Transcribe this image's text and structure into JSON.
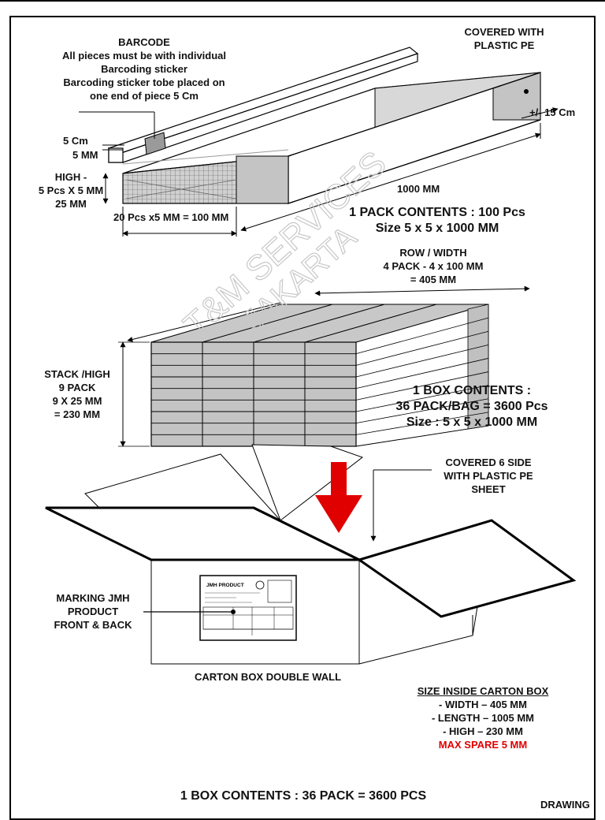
{
  "labels": {
    "barcode_title": "BARCODE",
    "barcode_line1": "All pieces must be with individual",
    "barcode_line2": "Barcoding sticker",
    "barcode_line3": "Barcoding sticker tobe placed on",
    "barcode_line4": "one end of piece 5 Cm",
    "covered_line1": "COVERED WITH",
    "covered_line2": "PLASTIC PE",
    "tolerance": "+/- 15 Cm",
    "dim_5cm": "5 Cm",
    "dim_5mm": "5 MM",
    "high_line1": "HIGH -",
    "high_line2": "5 Pcs X 5 MM",
    "high_line3": "25 MM",
    "width_pcs": "20 Pcs x5 MM = 100 MM",
    "length_1000": "1000 MM",
    "pack_contents_line1": "1 PACK CONTENTS : 100 Pcs",
    "pack_contents_line2": "Size 5 x 5 x 1000 MM",
    "row_line1": "ROW / WIDTH",
    "row_line2": "4 PACK - 4 x 100 MM",
    "row_line3": "= 405 MM",
    "stack_line1": "STACK /HIGH",
    "stack_line2": "9 PACK",
    "stack_line3": "9 X 25 MM",
    "stack_line4": "= 230 MM",
    "box_contents_line1": "1 BOX CONTENTS :",
    "box_contents_line2": "36 PACK/BAG = 3600 Pcs",
    "box_contents_line3": "Size : 5 x 5 x 1000 MM",
    "covered6_line1": "COVERED 6 SIDE",
    "covered6_line2": "WITH PLASTIC PE",
    "covered6_line3": "SHEET",
    "marking_line1": "MARKING JMH",
    "marking_line2": "PRODUCT",
    "marking_line3": "FRONT & BACK",
    "carton_label": "CARTON BOX DOUBLE WALL",
    "size_inside_title": "SIZE INSIDE CARTON BOX",
    "size_width": "- WIDTH – 405 MM",
    "size_length": "- LENGTH – 1005 MM",
    "size_high": "- HIGH – 230 MM",
    "max_spare": "MAX SPARE 5 MM",
    "footer_contents": "1 BOX CONTENTS : 36 PACK = 3600 PCS",
    "drawing_label": "DRAWING",
    "product_label_title": "JMH PRODUCT"
  },
  "watermark": {
    "line1": "T&M SERVICES",
    "line2": "JAKARTA"
  },
  "colors": {
    "arrow": "#e00000",
    "pack_grey": "#c4c4c4",
    "pack_dark": "#9a9a9a",
    "watermark": "#c8c8c8",
    "max_spare": "#e00000"
  }
}
